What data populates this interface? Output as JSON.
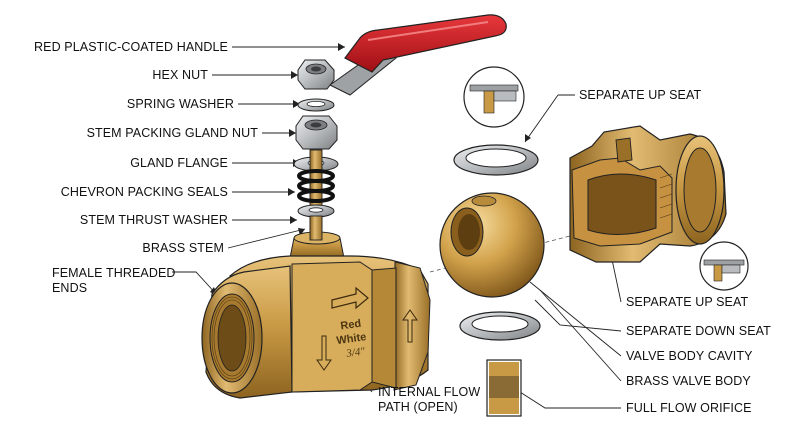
{
  "labels_left": {
    "handle": "RED PLASTIC-COATED HANDLE",
    "hex_nut": "HEX NUT",
    "spring_washer": "SPRING WASHER",
    "gland_nut": "STEM PACKING GLAND NUT",
    "gland_flange": "GLAND FLANGE",
    "chevron": "CHEVRON PACKING SEALS",
    "thrust_washer": "STEM THRUST WASHER",
    "brass_stem": "BRASS STEM",
    "threaded_ends_1": "FEMALE THREADED",
    "threaded_ends_2": "ENDS"
  },
  "labels_bottom": {
    "flow_path_1": "INTERNAL FLOW",
    "flow_path_2": "PATH (OPEN)"
  },
  "labels_right": {
    "up_seat_top": "SEPARATE UP SEAT",
    "up_seat": "SEPARATE UP SEAT",
    "down_seat": "SEPARATE DOWN SEAT",
    "cavity": "VALVE BODY CAVITY",
    "body": "BRASS VALVE BODY",
    "orifice": "FULL FLOW ORIFICE"
  },
  "body_marking": {
    "brand_1": "Red",
    "brand_2": "White",
    "size": "3/4\""
  },
  "colors": {
    "handle": "#c8161b",
    "brass": "#c99a45",
    "brass_dark": "#8d6420",
    "steel": "#b9bcbf",
    "outline": "#1a1a1a"
  }
}
